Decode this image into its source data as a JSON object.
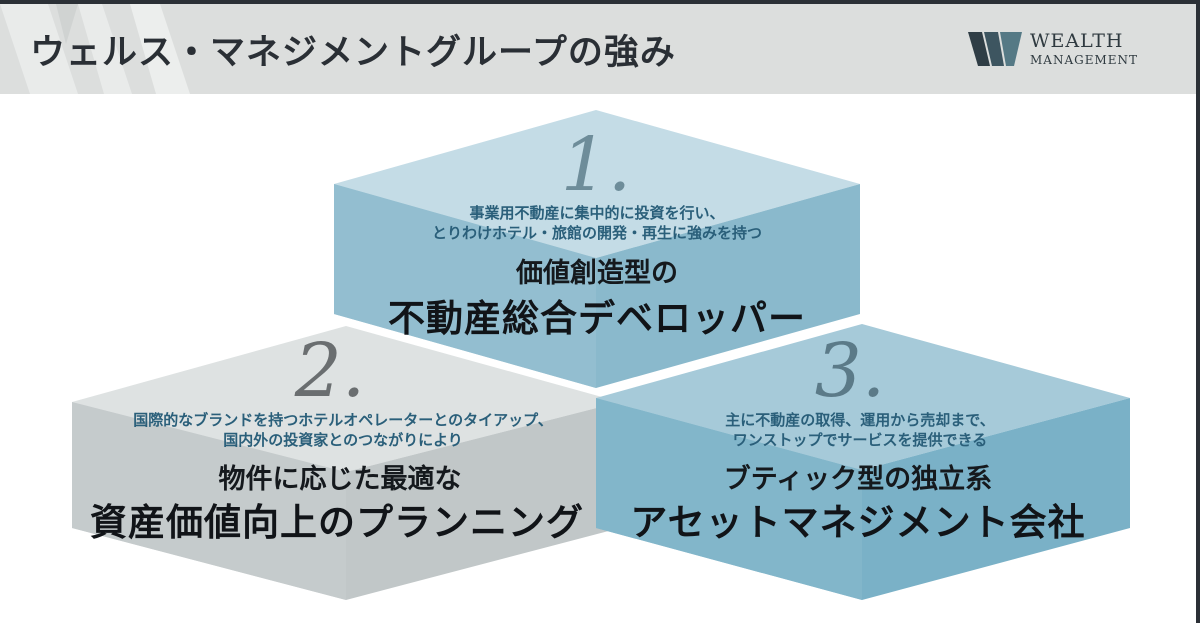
{
  "header": {
    "title": "ウェルス・マネジメントグループの強み",
    "logo": {
      "line1": "WEALTH",
      "line2": "MANAGEMENT"
    }
  },
  "colors": {
    "header_bg": "#dcdedd",
    "hex1_top": "#c4dce6",
    "hex1_face": "#8ab9cc",
    "hex2_top": "#dee2e2",
    "hex2_face": "#c1c7c8",
    "hex3_top": "#a6cad9",
    "hex3_face": "#7ab1c7"
  },
  "strengths": [
    {
      "number": "1.",
      "desc_line1": "事業用不動産に集中的に投資を行い、",
      "desc_line2": "とりわけホテル・旅館の開発・再生に強みを持つ",
      "subtitle": "価値創造型の",
      "title": "不動産総合デベロッパー"
    },
    {
      "number": "2.",
      "desc_line1": "国際的なブランドを持つホテルオペレーターとのタイアップ、",
      "desc_line2": "国内外の投資家とのつながりにより",
      "subtitle": "物件に応じた最適な",
      "title": "資産価値向上のプランニング"
    },
    {
      "number": "3.",
      "desc_line1": "主に不動産の取得、運用から売却まで、",
      "desc_line2": "ワンストップでサービスを提供できる",
      "subtitle": "ブティック型の独立系",
      "title": "アセットマネジメント会社"
    }
  ]
}
